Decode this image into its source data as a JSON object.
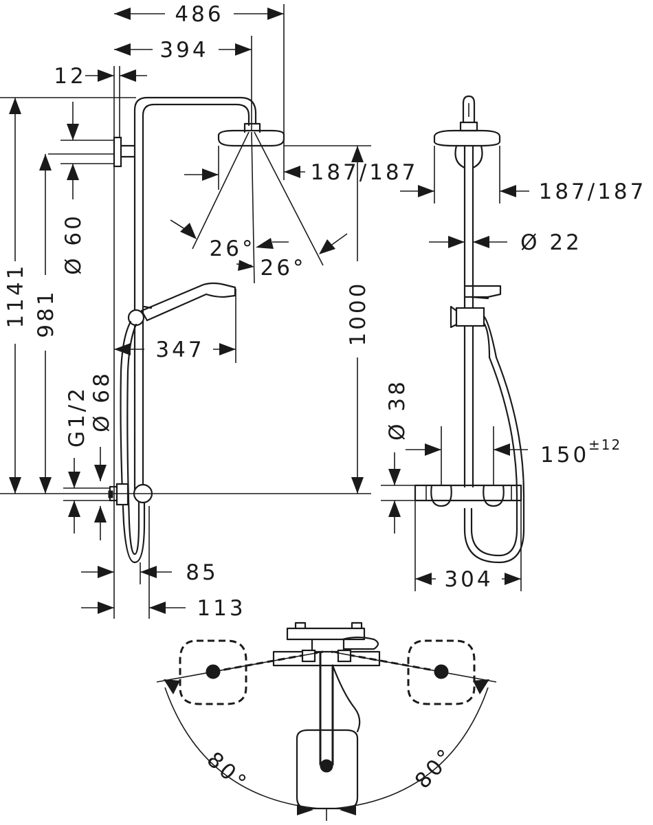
{
  "dimensions": {
    "d486": "486",
    "d394": "394",
    "d12": "12",
    "d1141": "1141",
    "d981": "981",
    "d60": "Ø 60",
    "d187a": "187/187",
    "d187b": "187/187",
    "d26a": "26°",
    "d26b": "26°",
    "d1000": "1000",
    "d347": "347",
    "d68": "Ø 68",
    "dG12": "G1/2",
    "d85": "85",
    "d113": "113",
    "d22": "Ø 22",
    "d38": "Ø 38",
    "d150": "150",
    "d150tol": "±12",
    "d304": "304",
    "d80a": "80°",
    "d80b": "80°"
  },
  "colors": {
    "line": "#1a1a1a",
    "background": "#ffffff"
  }
}
